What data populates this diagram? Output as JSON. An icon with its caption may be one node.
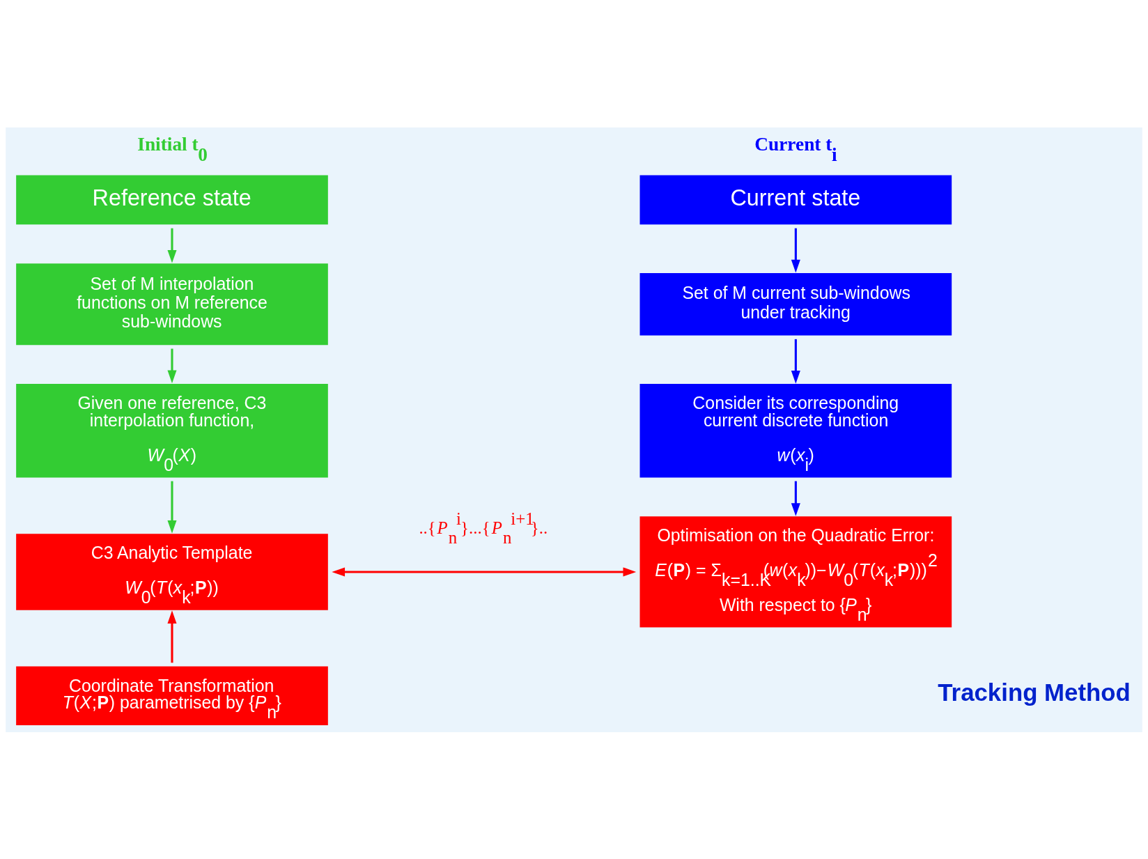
{
  "diagram": {
    "nodes": [
      {
        "text": [
          "Initial t$_{0}$",
          "Reference state"
        ]
      },
      {
        "text": [
          "Set of M interpolation functions on M reference sub-windows"
        ]
      },
      {
        "text": [
          "Given one reference, C3 interpolation function,",
          "*W*$_{0}$(*X*)"
        ]
      },
      {
        "text": [
          "C3 Analytic Template",
          "*W*$_{0}$(*T*(*x*$_{k}$;**P**))"
        ]
      },
      {
        "text": [
          "Coordinate Transformation *T*(*X*;**P**) parametrised by {*P*$_{n}$}"
        ]
      },
      {
        "text": [
          "Current t$_{i}$",
          "Current state"
        ]
      },
      {
        "text": [
          "Set of M current sub-windows under tracking"
        ]
      },
      {
        "text": [
          "Consider its corresponding current discrete function",
          "*w*(*x*$_{i}$)"
        ]
      },
      {
        "text": [
          "Optimisation on the Quadratic Error:",
          "*E*(**P**) = Σ$_{k=1..K}$(*w*(*x*$_{k}$))−*W*$_{0}$(*T*(*x*$_{k}$;**P**)))$^{2}$",
          "With respect to {*P*$_{n}$}"
        ]
      }
    ],
    "edges": [
      {
        "from": 0,
        "to": 1,
        "arrow": "to",
        "color": "#33cc33"
      },
      {
        "from": 1,
        "to": 2,
        "arrow": "to",
        "color": "#33cc33"
      },
      {
        "from": 2,
        "to": 3,
        "arrow": "to",
        "color": "#33cc33"
      },
      {
        "from": 4,
        "to": 3,
        "arrow": "to",
        "color": "#ff0000"
      },
      {
        "from": 5,
        "to": 6,
        "arrow": "to",
        "color": "#0000ff"
      },
      {
        "from": 6,
        "to": 7,
        "arrow": "to",
        "color": "#0000ff"
      },
      {
        "from": 7,
        "to": 8,
        "arrow": "to",
        "color": "#0000ff"
      },
      {
        "from": 3,
        "to": 8,
        "arrow": "both",
        "color": "#ff0000",
        "label": "..{*P*$_{n}$$^{i}$}...{*P*$_{n}$$^{i+1}$}.."
      }
    ],
    "labels": [
      "Tracking Method"
    ]
  }
}
